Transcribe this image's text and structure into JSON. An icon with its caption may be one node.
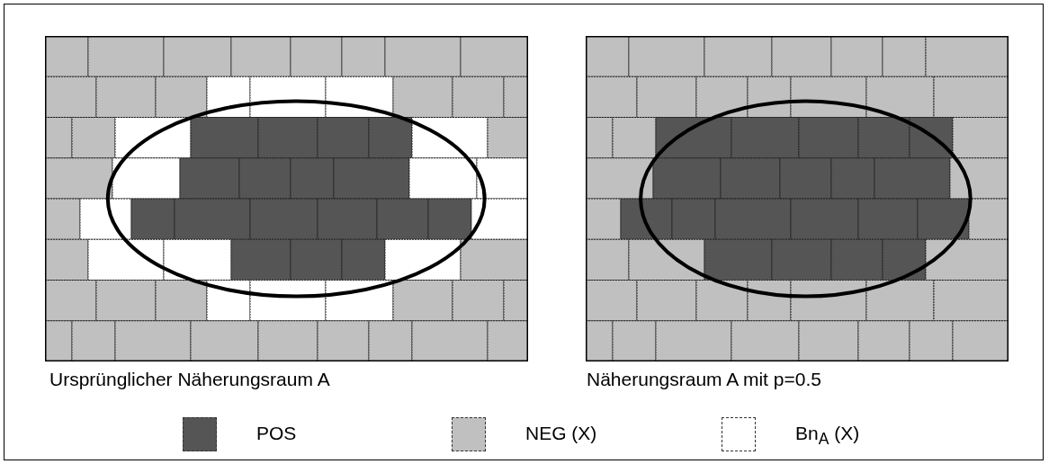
{
  "diagram": {
    "labels": [
      "Ursprünglicher Näherungsraum A",
      "Näherungsraum A mit p=0.5"
    ],
    "legend": [
      {
        "text": "POS",
        "color": "#555555"
      },
      {
        "text": "NEG (X)",
        "color": "#c0c0c0"
      },
      {
        "text": "Bn$_{A}$ (X)",
        "color": "#ffffff"
      }
    ]
  }
}
